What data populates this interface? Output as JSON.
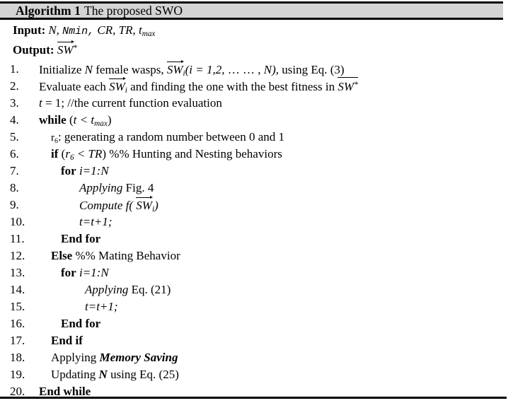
{
  "header": {
    "label": "Algorithm 1",
    "title": "The proposed SWO"
  },
  "io": {
    "input_label": "Input:",
    "input_value_a": "N,",
    "input_value_mono": "Nmin,",
    "input_value_b": "CR, TR,",
    "input_value_t": "t",
    "input_value_tsub": "max",
    "output_label": "Output:",
    "output_vec": "SW",
    "output_star": "*"
  },
  "steps": [
    {
      "num": "1.",
      "indent": 0,
      "text": "Initialize N female wasps, SW⃗i(i = 1,2, … … , N), using Eq. (3)"
    },
    {
      "num": "2.",
      "indent": 0,
      "text": "Evaluate each SW⃗i and finding the one with the best fitness in SW⃗*"
    },
    {
      "num": "3.",
      "indent": 0,
      "text": "t = 1; //the current function evaluation"
    },
    {
      "num": "4.",
      "indent": 0,
      "text": "while (t < tmax)"
    },
    {
      "num": "5.",
      "indent": 1,
      "text": "r6: generating a random number between 0 and 1"
    },
    {
      "num": "6.",
      "indent": 1,
      "text": "if (r6 < TR) %% Hunting and Nesting behaviors"
    },
    {
      "num": "7.",
      "indent": 2,
      "text": "for i=1:N"
    },
    {
      "num": "8.",
      "indent": 3,
      "text": "Applying Fig. 4"
    },
    {
      "num": "9.",
      "indent": 3,
      "text": "Compute f( SW⃗i)"
    },
    {
      "num": "10.",
      "indent": 3,
      "text": "t=t+1;"
    },
    {
      "num": "11.",
      "indent": 2,
      "text": "End for"
    },
    {
      "num": "12.",
      "indent": 1,
      "text": "Else %% Mating Behavior"
    },
    {
      "num": "13.",
      "indent": 2,
      "text": "for i=1:N"
    },
    {
      "num": "14.",
      "indent": 3,
      "text": "Applying Eq. (21)"
    },
    {
      "num": "15.",
      "indent": 3,
      "text": "t=t+1;"
    },
    {
      "num": "16.",
      "indent": 2,
      "text": "End for"
    },
    {
      "num": "17.",
      "indent": 1,
      "text": "End if"
    },
    {
      "num": "18.",
      "indent": 1,
      "text": "Applying Memory Saving"
    },
    {
      "num": "19.",
      "indent": 1,
      "text": "Updating N using Eq. (25)"
    },
    {
      "num": "20.",
      "indent": 0,
      "text": "End while"
    }
  ],
  "tokens": {
    "initialize": "Initialize",
    "n_var": "N",
    "female_wasps": "female wasps,",
    "sw": "SW",
    "i_sub": "i",
    "open_paren_i": "(i",
    "eq_sign": "=",
    "one_two": "1,2,",
    "dots": "… … ,",
    "n_close": "N),",
    "using_eq3": "using Eq. (3)",
    "evaluate_each": "Evaluate each",
    "and_finding": "and finding the one with the best fitness in",
    "star": "*",
    "t_var": "t",
    "t_assign_one": "= 1; //the current function evaluation",
    "while_kw": "while",
    "paren_open": "(",
    "lt": "<",
    "t_max_base": "t",
    "t_max_sub": "max",
    "paren_close": ")",
    "r_base": "r",
    "r_sub": "6",
    "colon_generating": ": generating a random number between 0 and 1",
    "if_kw": "if",
    "tr": "TR",
    "hunting_comment": ") %% Hunting and Nesting behaviors",
    "for_kw": "for",
    "i_range": "i=1:N",
    "applying_it": "Applying",
    "fig4": "Fig. 4",
    "compute_f": "Compute f(",
    "paren_close_plain": ")",
    "t_incr": "t=t+1;",
    "end_for": "End for",
    "else_kw": "Else",
    "mating_comment": "%% Mating Behavior",
    "eq21": "Eq. (21)",
    "end_if": "End if",
    "applying_plain": "Applying",
    "memory_saving": "Memory Saving",
    "updating": "Updating",
    "using_eq25": "using Eq. (25)",
    "end_while": "End while"
  },
  "colors": {
    "header_background": "#d4d4d4",
    "rule": "#000000",
    "text": "#000000",
    "page_background": "#ffffff"
  }
}
